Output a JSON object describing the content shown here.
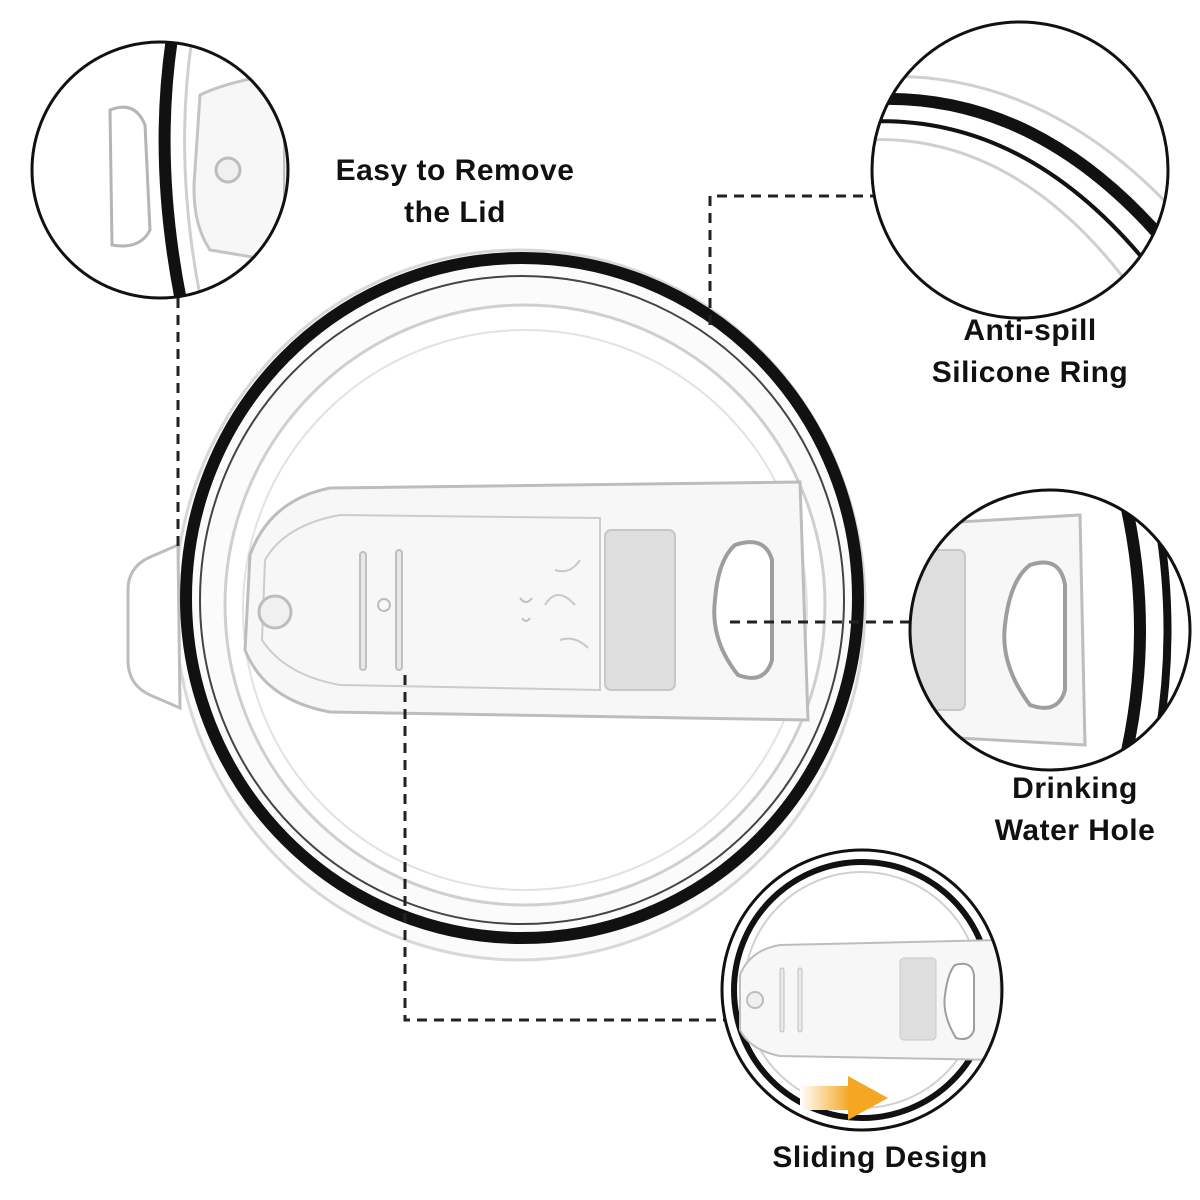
{
  "features": {
    "remove": {
      "line1": "Easy to Remove",
      "line2": "the Lid"
    },
    "ring": {
      "line1": "Anti-spill",
      "line2": "Silicone Ring"
    },
    "hole": {
      "line1": "Drinking",
      "line2": "Water Hole"
    },
    "slide": {
      "line1": "Sliding Design"
    }
  },
  "colors": {
    "ring": "#111111",
    "lid_edge": "#c8c8c8",
    "slider_fill": "#f4f4f4",
    "arrow": "#f5a623",
    "dash": "#222222"
  }
}
